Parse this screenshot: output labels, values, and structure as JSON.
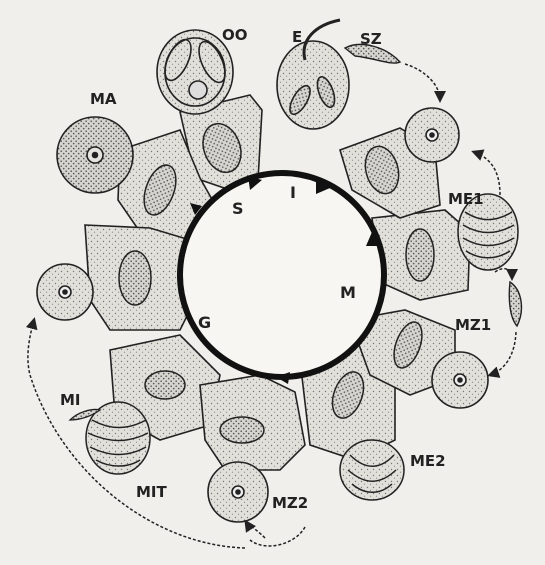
{
  "labels": {
    "oo": "OO",
    "e": "E",
    "sz": "SZ",
    "ma": "MA",
    "me1": "ME1",
    "mz1": "MZ1",
    "me2": "ME2",
    "mz2": "MZ2",
    "mit": "MIT",
    "mi": "MI"
  },
  "cycle_phases": {
    "s": "S",
    "i": "I",
    "m": "M",
    "g": "G"
  },
  "colors": {
    "background": "#f0efec",
    "ink": "#222222",
    "cell_fill": "#dcdad5"
  }
}
